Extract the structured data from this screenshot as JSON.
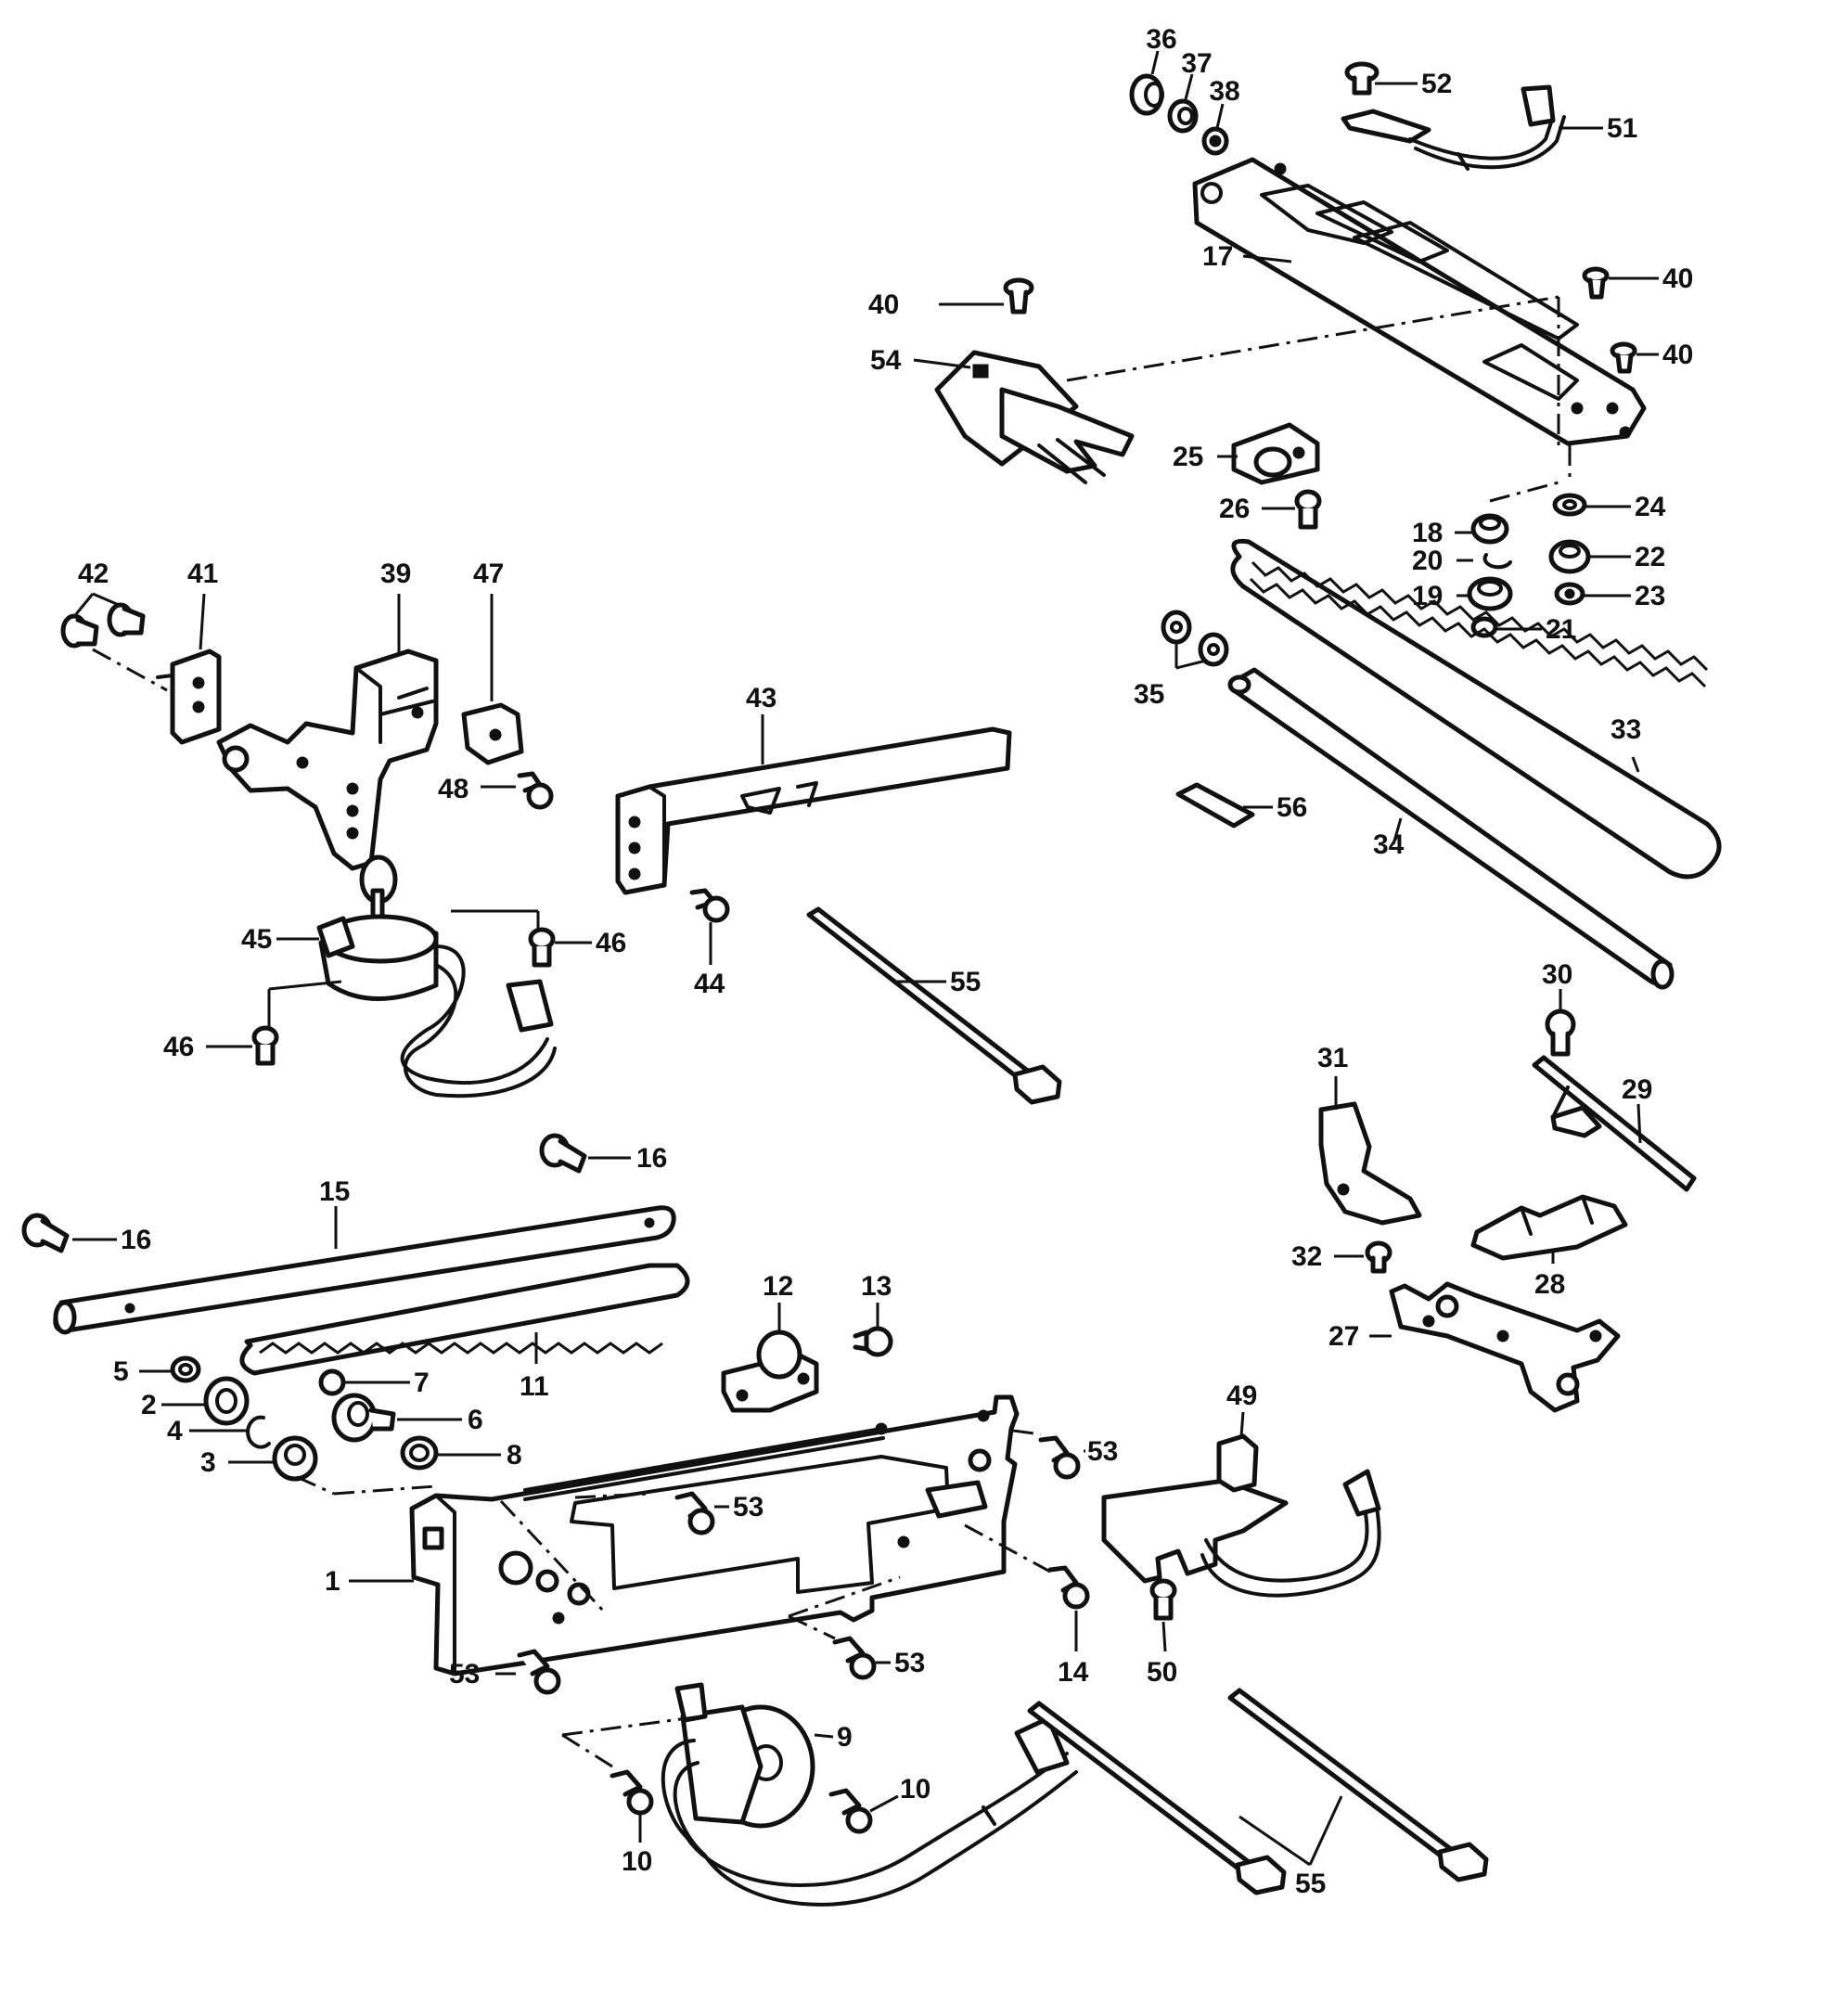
{
  "labels": [
    {
      "id": "l36",
      "text": "36"
    },
    {
      "id": "l37",
      "text": "37"
    },
    {
      "id": "l38",
      "text": "38"
    },
    {
      "id": "l52",
      "text": "52"
    },
    {
      "id": "l51",
      "text": "51"
    },
    {
      "id": "l17",
      "text": "17"
    },
    {
      "id": "l40a",
      "text": "40"
    },
    {
      "id": "l40b",
      "text": "40"
    },
    {
      "id": "l40c",
      "text": "40"
    },
    {
      "id": "l54",
      "text": "54"
    },
    {
      "id": "l25",
      "text": "25"
    },
    {
      "id": "l26",
      "text": "26"
    },
    {
      "id": "l24",
      "text": "24"
    },
    {
      "id": "l18",
      "text": "18"
    },
    {
      "id": "l22",
      "text": "22"
    },
    {
      "id": "l20",
      "text": "20"
    },
    {
      "id": "l19",
      "text": "19"
    },
    {
      "id": "l23",
      "text": "23"
    },
    {
      "id": "l21",
      "text": "21"
    },
    {
      "id": "l35",
      "text": "35"
    },
    {
      "id": "l33",
      "text": "33"
    },
    {
      "id": "l56",
      "text": "56"
    },
    {
      "id": "l34",
      "text": "34"
    },
    {
      "id": "l42",
      "text": "42"
    },
    {
      "id": "l41",
      "text": "41"
    },
    {
      "id": "l39",
      "text": "39"
    },
    {
      "id": "l47",
      "text": "47"
    },
    {
      "id": "l43",
      "text": "43"
    },
    {
      "id": "l48",
      "text": "48"
    },
    {
      "id": "l45",
      "text": "45"
    },
    {
      "id": "l46a",
      "text": "46"
    },
    {
      "id": "l46b",
      "text": "46"
    },
    {
      "id": "l44",
      "text": "44"
    },
    {
      "id": "l55a",
      "text": "55"
    },
    {
      "id": "l30",
      "text": "30"
    },
    {
      "id": "l31",
      "text": "31"
    },
    {
      "id": "l29",
      "text": "29"
    },
    {
      "id": "l16a",
      "text": "16"
    },
    {
      "id": "l16b",
      "text": "16"
    },
    {
      "id": "l15",
      "text": "15"
    },
    {
      "id": "l28",
      "text": "28"
    },
    {
      "id": "l32",
      "text": "32"
    },
    {
      "id": "l12",
      "text": "12"
    },
    {
      "id": "l13",
      "text": "13"
    },
    {
      "id": "l27",
      "text": "27"
    },
    {
      "id": "l11",
      "text": "11"
    },
    {
      "id": "l5",
      "text": "5"
    },
    {
      "id": "l7",
      "text": "7"
    },
    {
      "id": "l2",
      "text": "2"
    },
    {
      "id": "l6",
      "text": "6"
    },
    {
      "id": "l4",
      "text": "4"
    },
    {
      "id": "l49",
      "text": "49"
    },
    {
      "id": "l53a",
      "text": "53"
    },
    {
      "id": "l8",
      "text": "8"
    },
    {
      "id": "l3",
      "text": "3"
    },
    {
      "id": "l53b",
      "text": "53"
    },
    {
      "id": "l1",
      "text": "1"
    },
    {
      "id": "l14",
      "text": "14"
    },
    {
      "id": "l50",
      "text": "50"
    },
    {
      "id": "l53c",
      "text": "53"
    },
    {
      "id": "l53d",
      "text": "53"
    },
    {
      "id": "l9",
      "text": "9"
    },
    {
      "id": "l10a",
      "text": "10"
    },
    {
      "id": "l10b",
      "text": "10"
    },
    {
      "id": "l55b",
      "text": "55"
    }
  ]
}
